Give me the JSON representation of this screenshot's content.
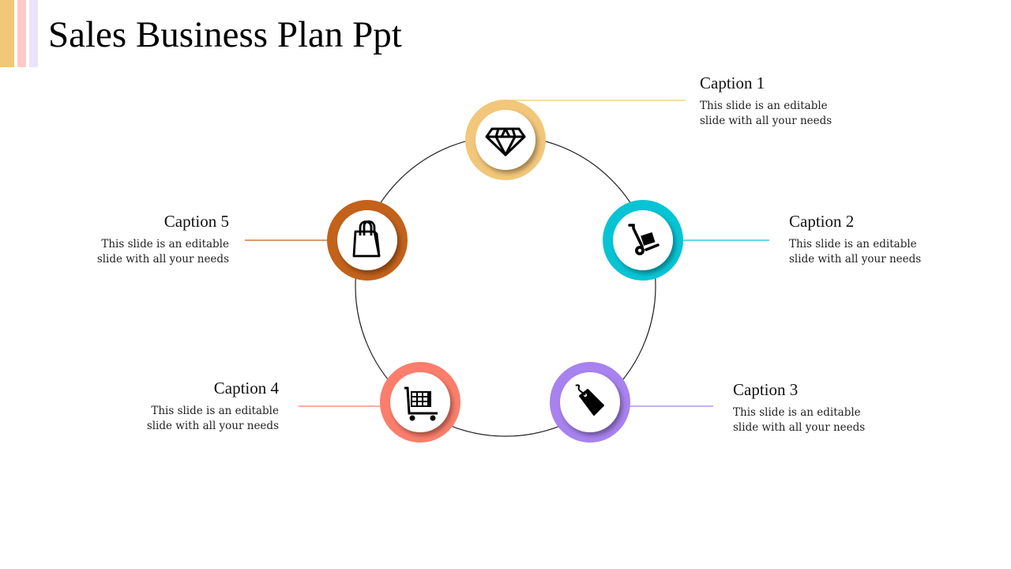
{
  "slide": {
    "title": "Sales Business Plan Ppt",
    "accent_bars": [
      "#F2C77A",
      "#FCCBC8",
      "#EBE3FB"
    ]
  },
  "diagram": {
    "ring_color": "#222222",
    "nodes": [
      {
        "id": 1,
        "icon": "diamond-icon",
        "color": "#F2C77A",
        "caption": "Caption 1",
        "description": "This slide is an editable slide with all your needs"
      },
      {
        "id": 2,
        "icon": "hand-truck-icon",
        "color": "#07C4D4",
        "caption": "Caption 2",
        "description": "This slide is an editable slide with all your needs"
      },
      {
        "id": 3,
        "icon": "price-tag-icon",
        "color": "#A882EE",
        "caption": "Caption 3",
        "description": "This slide is an editable slide with all your needs"
      },
      {
        "id": 4,
        "icon": "shopping-cart-icon",
        "color": "#FA7E6B",
        "caption": "Caption 4",
        "description": "This slide is an editable slide with all your needs"
      },
      {
        "id": 5,
        "icon": "shopping-bag-icon",
        "color": "#C2621B",
        "caption": "Caption 5",
        "description": "This slide is an editable slide with all your needs"
      }
    ]
  }
}
